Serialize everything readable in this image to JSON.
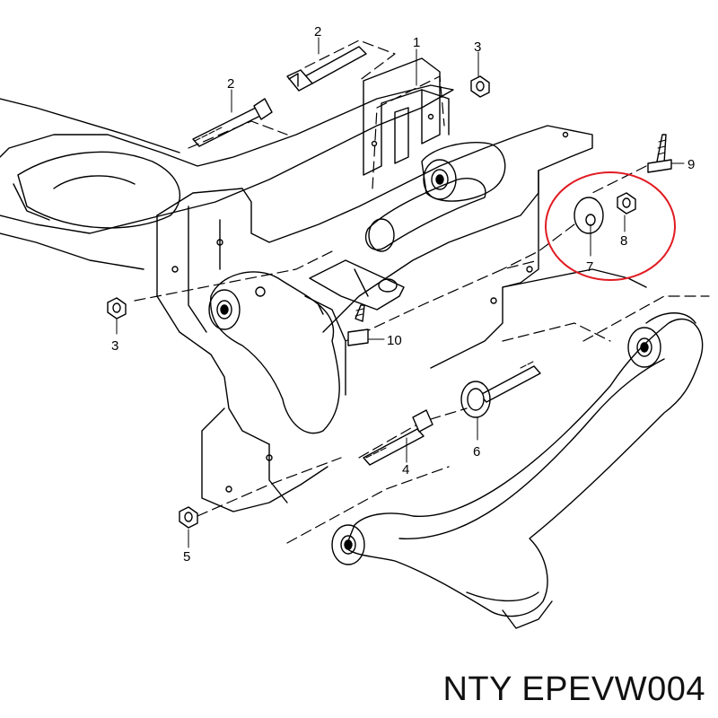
{
  "caption": "NTY EPEVW004",
  "highlight_color": "#e11b22",
  "line_color": "#000000",
  "callouts": {
    "n1": "1",
    "n2a": "2",
    "n2b": "2",
    "n3a": "3",
    "n3b": "3",
    "n4": "4",
    "n5": "5",
    "n6": "6",
    "n7": "7",
    "n8": "8",
    "n9": "9",
    "n10": "10"
  }
}
